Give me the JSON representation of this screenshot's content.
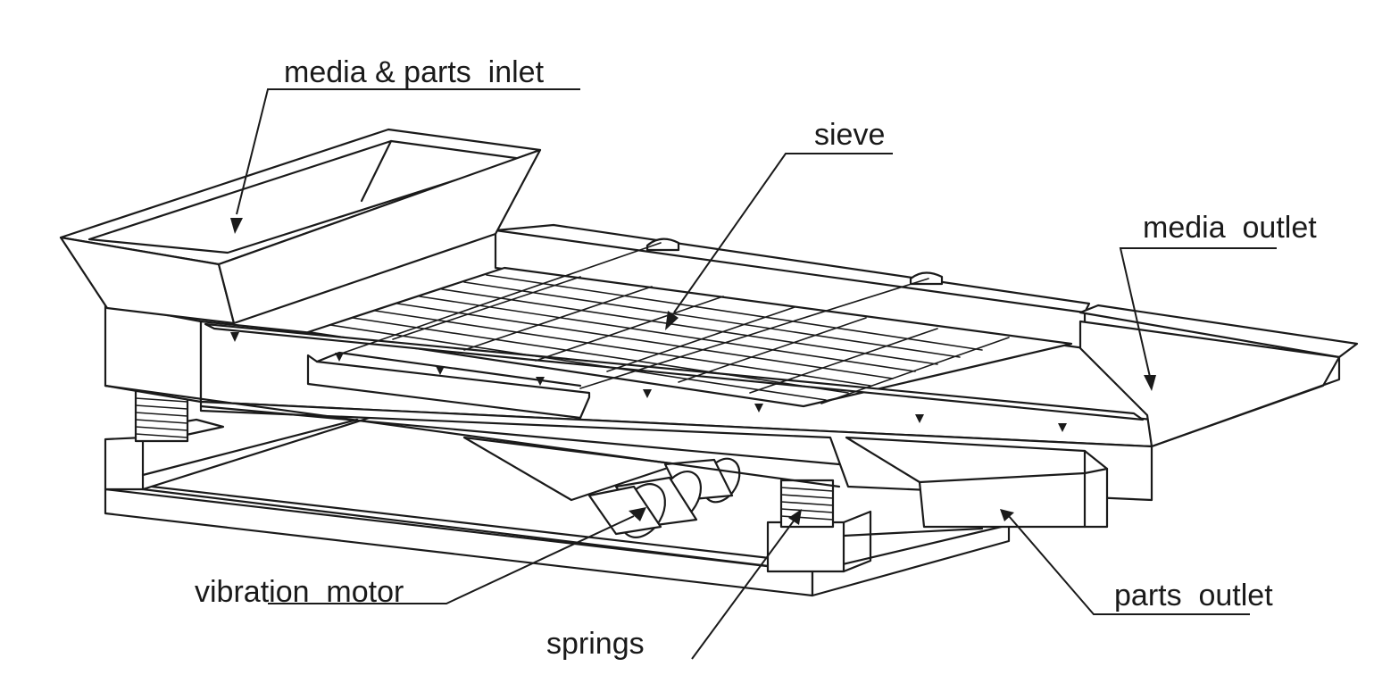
{
  "labels": {
    "inlet": "media & parts  inlet",
    "sieve": "sieve",
    "media_outlet": "media  outlet",
    "vibration_motor": "vibration  motor",
    "springs": "springs",
    "parts_outlet": "parts  outlet"
  }
}
